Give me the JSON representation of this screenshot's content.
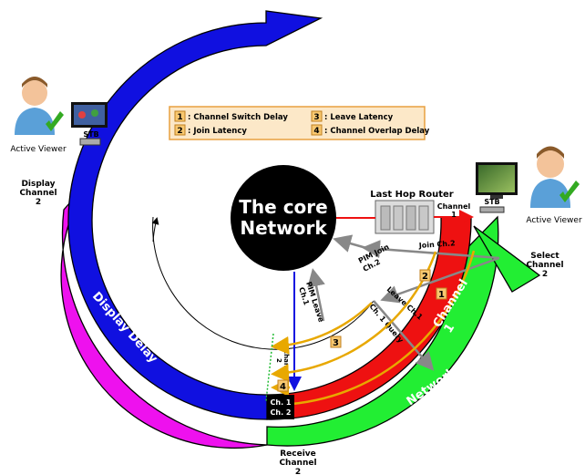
{
  "core": {
    "line1": "The core",
    "line2": "Network"
  },
  "router_label": "Last Hop Router",
  "legend": {
    "items": [
      {
        "num": "1",
        "text": ": Channel Switch Delay"
      },
      {
        "num": "2",
        "text": ": Join Latency"
      },
      {
        "num": "3",
        "text": ": Leave Latency"
      },
      {
        "num": "4",
        "text": ": Channel Overlap Delay"
      }
    ]
  },
  "viewers": {
    "left": {
      "label": "Active Viewer",
      "stb": "STB"
    },
    "right": {
      "label": "Active Viewer",
      "stb": "STB"
    }
  },
  "bands": {
    "channel2": {
      "line1": "Channel",
      "line2": "2"
    },
    "channel1": {
      "line1": "Channel",
      "line2": "1"
    },
    "display_delay": "Display Delay",
    "network_delay": "Network Delay"
  },
  "labels": {
    "display_channel": [
      "Display",
      "Channel",
      "2"
    ],
    "select_channel": [
      "Select",
      "Channel",
      "2"
    ],
    "receive_channel": [
      "Receive",
      "Channel",
      "2"
    ],
    "router_channel": [
      "Channel",
      "1"
    ],
    "join_ch2": "Join Ch.2",
    "pim_join": [
      "PIM Join",
      "Ch.2"
    ],
    "pim_leave": [
      "PIM Leave",
      "Ch.1"
    ],
    "leave_ch1": "Leave Ch.1",
    "ch1_query": "Ch. 1 Query",
    "channel2_small": [
      "Channel",
      "2"
    ],
    "box": [
      "Ch. 1",
      "Ch. 2"
    ]
  },
  "markers": [
    "1",
    "2",
    "3",
    "4"
  ],
  "colors": {
    "blue": "#1010e0",
    "red": "#ee1111",
    "magenta": "#ee11ee",
    "green": "#22ee33",
    "orange": "#e8a800",
    "legend_bg": "#fce8c8",
    "legend_border": "#e8a040"
  }
}
